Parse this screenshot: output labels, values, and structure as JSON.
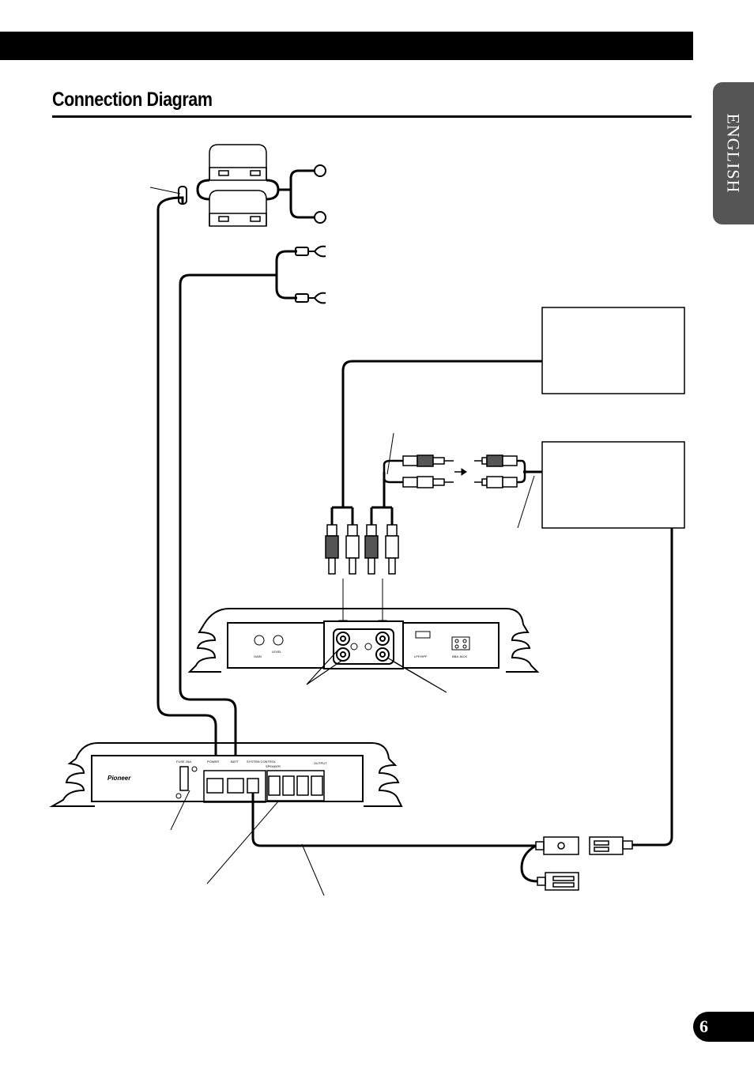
{
  "page": {
    "title": "Connection Diagram",
    "language_tab": "ENGLISH",
    "page_number": "6"
  },
  "amplifier_panel": {
    "brand": "Pioneer",
    "fuse_label": "FUSE 25A",
    "power_label": "POWER",
    "batt_label": "BATT",
    "system_control_label": "SYSTEM CONTROL",
    "speaker_label": "SPEAKER",
    "output_label": "OUTPUT"
  },
  "control_panel": {
    "gain_label": "GAIN",
    "level_label": "LEVEL",
    "lpf_hpf_label": "LPF/HPF",
    "bba_jack_label": "BBA JACK"
  },
  "colors": {
    "ink": "#000000",
    "plug_gray": "#555555",
    "tab_gray": "#555555"
  }
}
